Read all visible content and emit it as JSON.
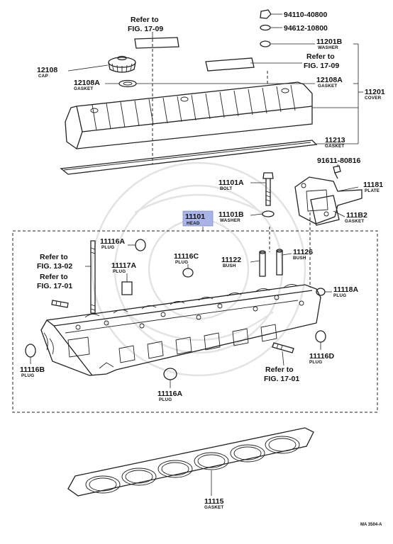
{
  "parts": {
    "refer_1709_top": {
      "line1": "Refer to",
      "line2": "FIG. 17-09"
    },
    "p94110": {
      "number": "94110-40800"
    },
    "p94612": {
      "number": "94612-10800"
    },
    "p11201B": {
      "number": "11201B",
      "name": "WASHER"
    },
    "refer_1709_right": {
      "line1": "Refer to",
      "line2": "FIG. 17-09"
    },
    "p12108": {
      "number": "12108",
      "name": "CAP"
    },
    "p12108A_left": {
      "number": "12108A",
      "name": "GASKET"
    },
    "p12108A_right": {
      "number": "12108A",
      "name": "GASKET"
    },
    "p11201": {
      "number": "11201",
      "name": "COVER"
    },
    "p11213": {
      "number": "11213",
      "name": "GASKET"
    },
    "p91611": {
      "number": "91611-80816"
    },
    "p11181": {
      "number": "11181",
      "name": "PLATE"
    },
    "p11101A": {
      "number": "11101A",
      "name": "BOLT"
    },
    "p11101": {
      "number": "11101",
      "name": "HEAD"
    },
    "p11101B": {
      "number": "11101B",
      "name": "WASHER"
    },
    "p111B2": {
      "number": "111B2",
      "name": "GASKET"
    },
    "p11116A_top": {
      "number": "11116A",
      "name": "PLUG"
    },
    "refer_1302": {
      "line1": "Refer to",
      "line2": "FIG. 13-02"
    },
    "p11117A": {
      "number": "11117A",
      "name": "PLUG"
    },
    "p11116C": {
      "number": "11116C",
      "name": "PLUG"
    },
    "p11122": {
      "number": "11122",
      "name": "BUSH"
    },
    "p11126": {
      "number": "11126",
      "name": "BUSH"
    },
    "refer_1701_left": {
      "line1": "Refer to",
      "line2": "FIG. 17-01"
    },
    "p11118A": {
      "number": "11118A",
      "name": "PLUG"
    },
    "p11116B": {
      "number": "11116B",
      "name": "PLUG"
    },
    "p11116D": {
      "number": "11116D",
      "name": "PLUG"
    },
    "refer_1701_right": {
      "line1": "Refer to",
      "line2": "FIG. 17-01"
    },
    "p11116A_bottom": {
      "number": "11116A",
      "name": "PLUG"
    },
    "p11115": {
      "number": "11115",
      "name": "GASKET"
    }
  },
  "drawing_code": "MA 3504-A",
  "colors": {
    "highlight": "#a8b4e8",
    "line": "#222222",
    "watermark": "#e3e3e3"
  }
}
